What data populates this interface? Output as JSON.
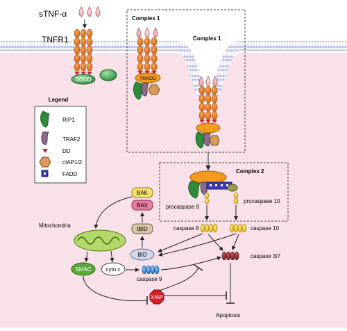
{
  "labels": {
    "ligand": "sTNF-α",
    "receptor": "TNFR1",
    "sodd": "SODD",
    "complex1_box": "Complex 1",
    "complex1_membrane": "Complex 1",
    "tradd": "TRADD",
    "complex2": "Complex 2",
    "procaspase8": "procaspase 8",
    "procaspase10": "procaspase 10",
    "caspase8": "caspase 8",
    "caspase10": "caspase 10",
    "caspase37": "caspase 3/7",
    "caspase9": "caspase 9",
    "bak": "BAK",
    "bax": "BAX",
    "tbid": "tBID",
    "bid": "BID",
    "mitochondria": "Mitochondria",
    "smac": "SMAC",
    "cytoc": "cyto c",
    "xiap": "XIAP",
    "apoptosis": "Apoptosis"
  },
  "legend": {
    "title": "Legend",
    "items": [
      {
        "label": "RIP1",
        "icon": "rip1-icon"
      },
      {
        "label": "TRAF2",
        "icon": "traf2-icon"
      },
      {
        "label": "DD",
        "icon": "death-domain-icon"
      },
      {
        "label": "cIAP1/2",
        "icon": "ciap-icon"
      },
      {
        "label": "FADD",
        "icon": "fadd-icon"
      }
    ]
  },
  "colors": {
    "cytoplasm": "#f8e1e8",
    "membrane": "#b9bde6",
    "receptor": "#e8721c",
    "ligand": "#f5c2cf",
    "rip1": "#2e8b3a",
    "traf2": "#8a6c8c",
    "dd": "#d81f2a",
    "ciap": "#d99a5a",
    "tradd": "#f39b1f",
    "fadd": "#3b3bb0",
    "caspase": "#f5c518",
    "caspase9": "#1e7fd0",
    "caspase37": "#8b1a1a",
    "mito": "#8fc23a",
    "xiap": "#d81f2a"
  }
}
